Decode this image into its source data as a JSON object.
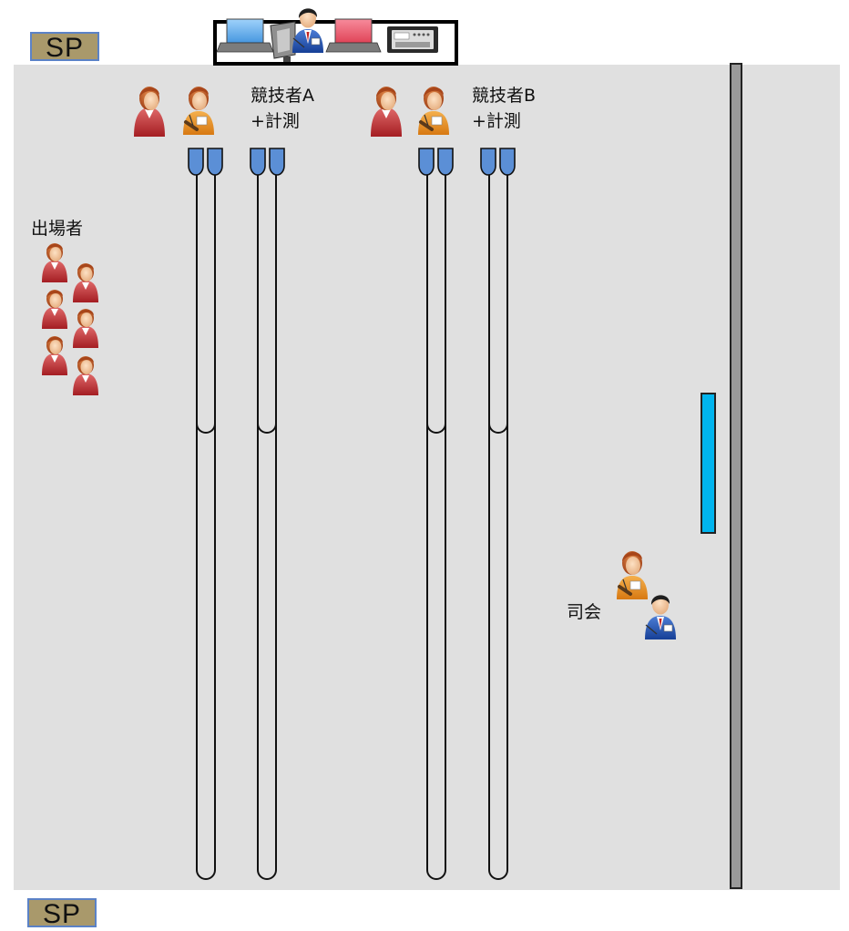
{
  "speakers": {
    "top_label": "SP",
    "bottom_label": "SP"
  },
  "competitor_a": {
    "line1": "競技者A",
    "line2": "+計測"
  },
  "competitor_b": {
    "line1": "競技者B",
    "line2": "+計測"
  },
  "participants_label": "出場者",
  "mc_label": "司会",
  "colors": {
    "floor": "#e0e0e0",
    "speaker": "#a9996b",
    "screen": "#00b4ee",
    "lane_cap": "#5b8fd6",
    "wall": "#9a9a9a",
    "laptop_blue": "#6ab3ef",
    "laptop_red": "#f06478"
  }
}
